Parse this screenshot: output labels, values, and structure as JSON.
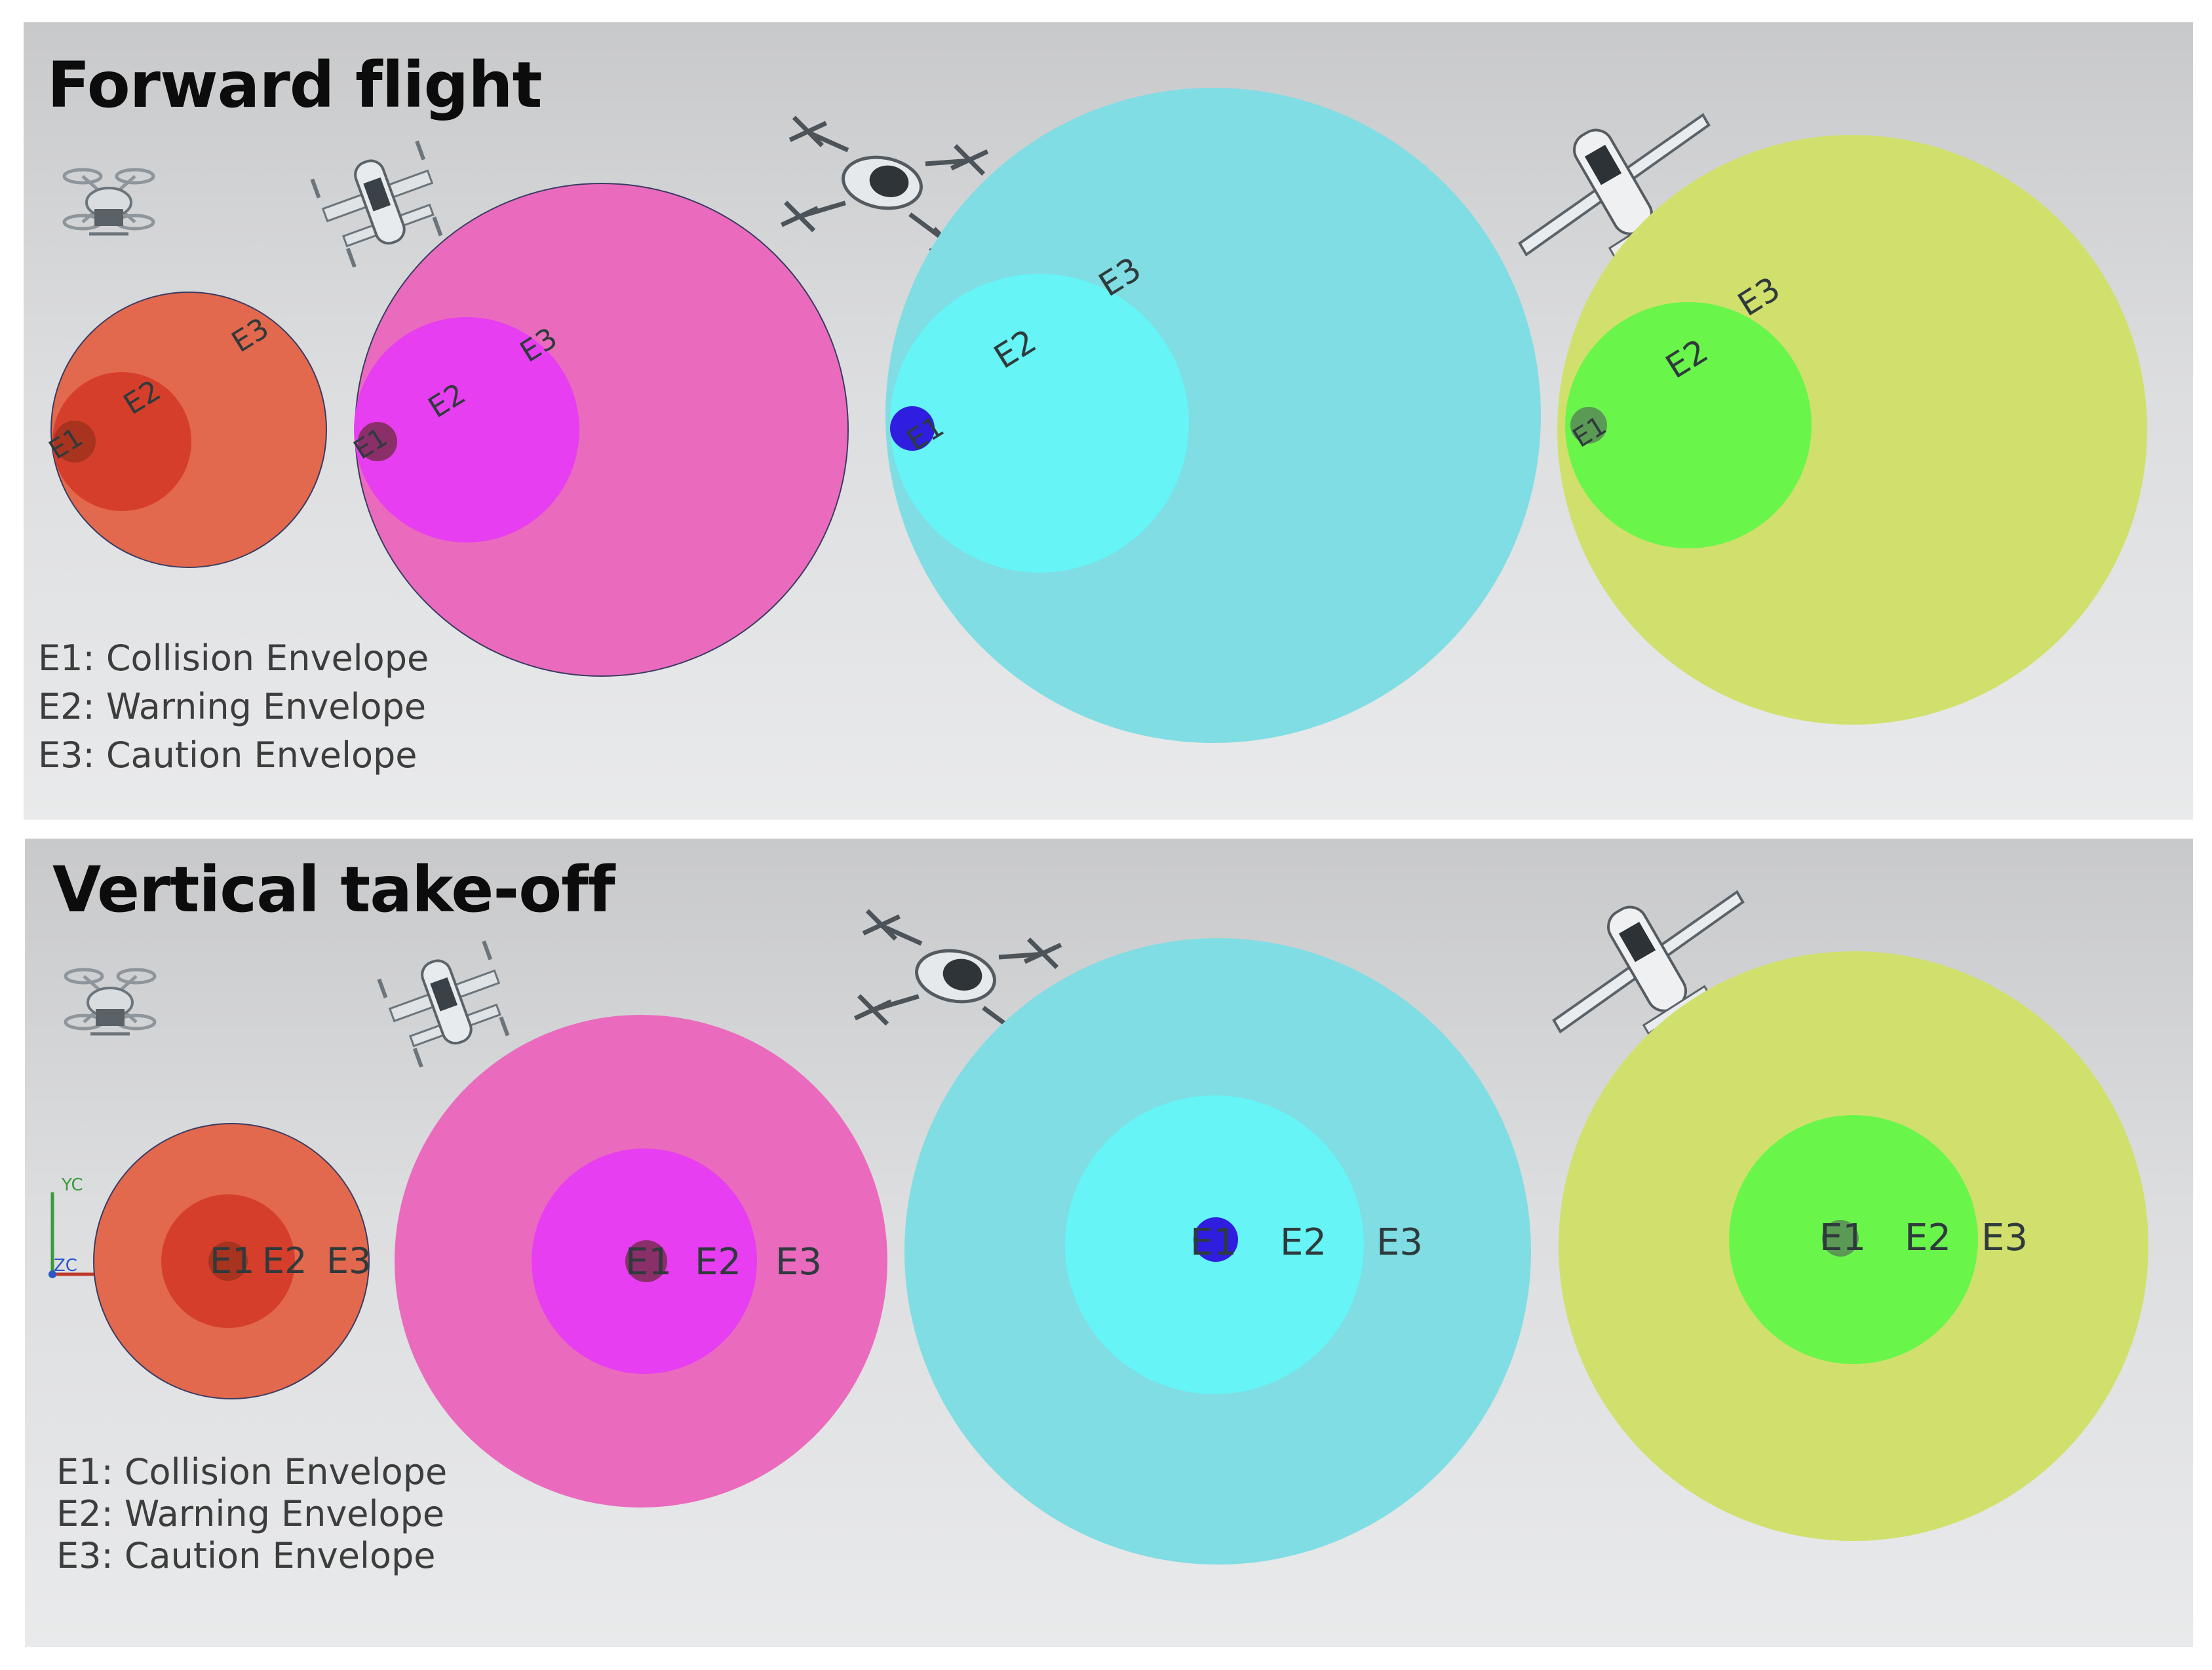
{
  "panels": [
    {
      "title": "Forward flight",
      "legend": [
        "E1: Collision Envelope",
        "E2: Warning Envelope",
        "E3: Caution Envelope"
      ]
    },
    {
      "title": "Vertical take-off",
      "legend": [
        "E1: Collision Envelope",
        "E2: Warning Envelope",
        "E3: Caution Envelope"
      ]
    }
  ],
  "envelope_labels": [
    "E1",
    "E2",
    "E3"
  ],
  "axis_triad": {
    "y": "YC",
    "z": "ZC"
  },
  "aircraft_icons": [
    "multicopter-icon",
    "tilt-wing-icon",
    "lift-cruise-icon",
    "fixed-wing-icon"
  ],
  "colors": {
    "vehicle1": {
      "e3": "#e2694d",
      "e2": "#d63e2c",
      "e1": "#a8331f"
    },
    "vehicle2": {
      "e3": "#ea6bbd",
      "e2": "#e63ef0",
      "e1": "#8a2f6a"
    },
    "vehicle3": {
      "e3": "#7fdde3",
      "e2": "#66f4f6",
      "e1": "#2f1ee0"
    },
    "vehicle4": {
      "e3": "#d1e06c",
      "e2": "#6af54b",
      "e1": "#5b9a55"
    }
  }
}
